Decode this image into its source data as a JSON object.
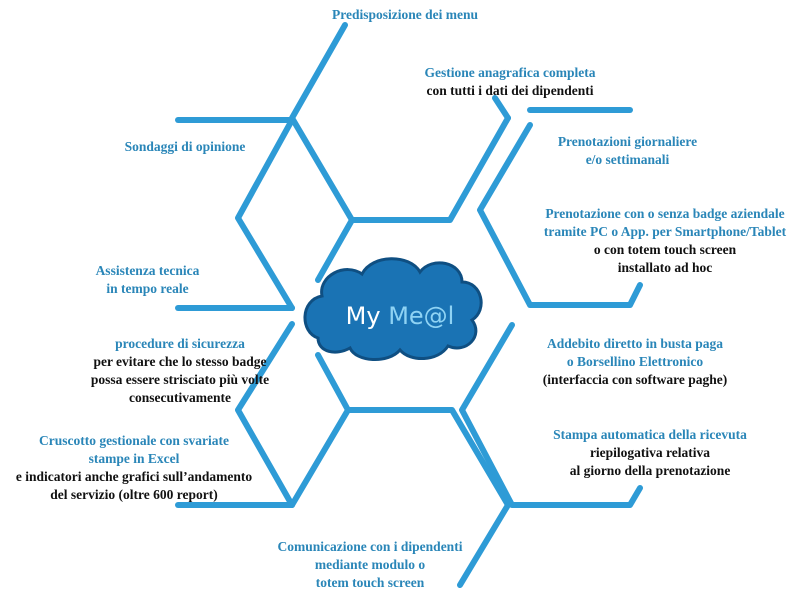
{
  "center": {
    "part1": "My",
    "part2": "Me@l"
  },
  "colors": {
    "line": "#2e9bd6",
    "cloud": "#1a73b4",
    "cloud_edge": "#0f4f82",
    "heading": "#2a86b8"
  },
  "features": [
    {
      "id": "menu",
      "heading": [
        "Predisposizione dei menu"
      ],
      "body": []
    },
    {
      "id": "anagrafica",
      "heading": [
        "Gestione anagrafica completa"
      ],
      "body": [
        "con tutti i dati dei dipendenti"
      ]
    },
    {
      "id": "prenotazioni",
      "heading": [
        "Prenotazioni giornaliere",
        "e/o settimanali"
      ],
      "body": []
    },
    {
      "id": "badge",
      "heading": [
        "Prenotazione con o senza badge aziendale",
        "tramite PC o App. per Smartphone/Tablet"
      ],
      "body": [
        "o con totem touch screen",
        "installato ad hoc"
      ]
    },
    {
      "id": "addebito",
      "heading": [
        "Addebito diretto in busta paga",
        "o Borsellino Elettronico"
      ],
      "body": [
        "(interfaccia con software paghe)"
      ]
    },
    {
      "id": "stampa",
      "heading": [
        "Stampa automatica della ricevuta"
      ],
      "body": [
        "riepilogativa relativa",
        "al giorno della prenotazione"
      ]
    },
    {
      "id": "comunicazione",
      "heading": [
        "Comunicazione con i dipendenti",
        "mediante modulo o",
        "totem touch screen"
      ],
      "body": []
    },
    {
      "id": "cruscotto",
      "heading": [
        "Cruscotto gestionale con svariate",
        "stampe in Excel"
      ],
      "body": [
        "e indicatori anche grafici sull’andamento",
        "del servizio (oltre 600 report)"
      ]
    },
    {
      "id": "sicurezza",
      "heading": [
        "procedure di sicurezza"
      ],
      "body": [
        "per evitare che lo stesso badge",
        "possa essere strisciato più volte",
        "consecutivamente"
      ]
    },
    {
      "id": "assistenza",
      "heading": [
        "Assistenza tecnica",
        "in tempo reale"
      ],
      "body": []
    },
    {
      "id": "sondaggi",
      "heading": [
        "Sondaggi di opinione"
      ],
      "body": []
    }
  ]
}
